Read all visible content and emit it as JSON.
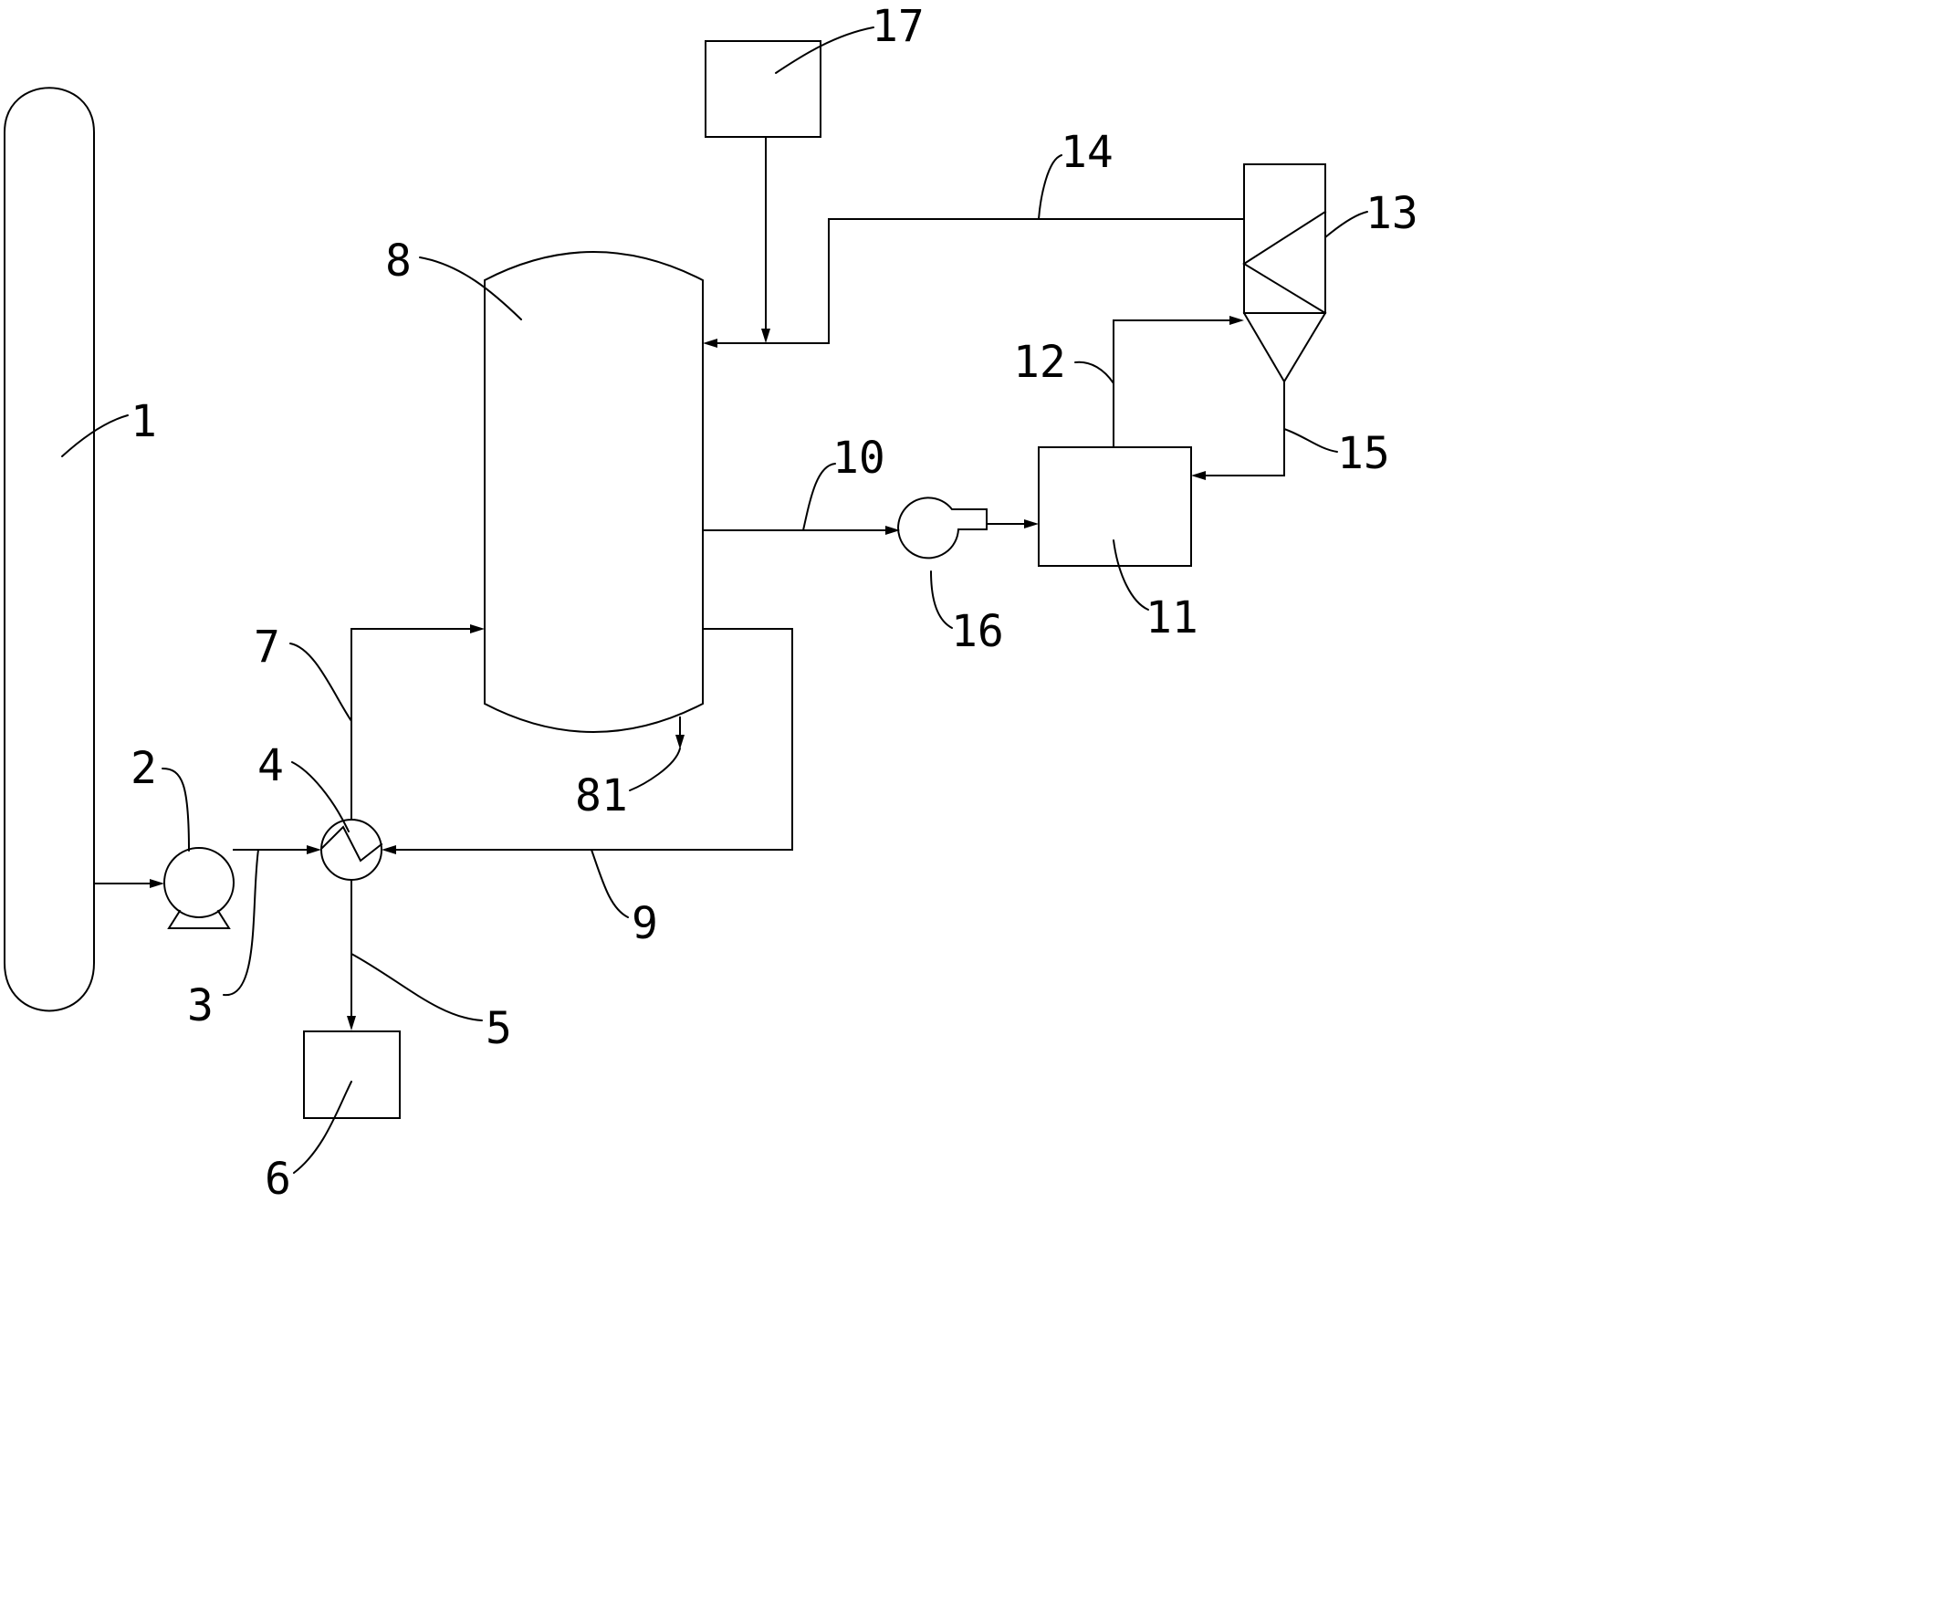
{
  "labels": {
    "column": "1",
    "pump": "2",
    "feed_line": "3",
    "heat_exchanger": "4",
    "outlet_line": "5",
    "receiver": "6",
    "inlet_line": "7",
    "vessel": "8",
    "bottom_outlet": "81",
    "return_line": "9",
    "gas_line": "10",
    "unit_11": "11",
    "line_12": "12",
    "separator": "13",
    "line_14": "14",
    "line_15": "15",
    "fan": "16",
    "supply_tank": "17"
  }
}
